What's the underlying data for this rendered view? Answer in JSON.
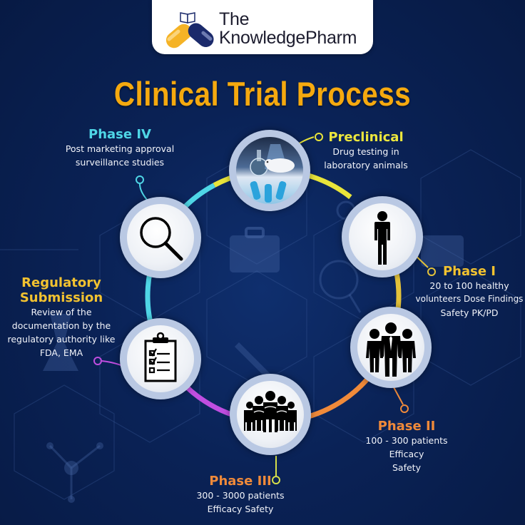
{
  "brand": {
    "name_line1": "The",
    "name_line2": "KnowledgePharm",
    "logo_colors": {
      "capsule_left": "#f5b326",
      "capsule_right": "#1b2a6b"
    }
  },
  "title": "Clinical Trial Process",
  "colors": {
    "title": "#f5a90f",
    "background": "#0a2256",
    "preclinical": "#e8e43a",
    "phase1": "#e3c23a",
    "phase2": "#f08a3a",
    "phase3": "#f08a3a",
    "regulatory": "#f2c230",
    "phase4": "#4fd6e6",
    "arc_purple": "#c04ee0"
  },
  "stages": [
    {
      "id": "preclinical",
      "heading": "Preclinical",
      "desc": [
        "Drug testing in",
        "laboratory animals"
      ],
      "icon": "lab-rat-photo"
    },
    {
      "id": "phase1",
      "heading": "Phase I",
      "desc": [
        "20 to 100 healthy",
        "volunteers Dose Findings",
        "Safety PK/PD"
      ],
      "icon": "person-icon"
    },
    {
      "id": "phase2",
      "heading": "Phase II",
      "desc": [
        "100 - 300 patients",
        "Efficacy",
        "Safety"
      ],
      "icon": "three-people-icon"
    },
    {
      "id": "phase3",
      "heading": "Phase III",
      "desc": [
        "300 - 3000 patients",
        "Efficacy Safety"
      ],
      "icon": "group-people-icon"
    },
    {
      "id": "regulatory",
      "heading_lines": [
        "Regulatory",
        "Submission"
      ],
      "desc": [
        "Review of the",
        "documentation by the",
        "regulatory authority like",
        "FDA, EMA"
      ],
      "icon": "clipboard-checklist-icon"
    },
    {
      "id": "phase4",
      "heading": "Phase IV",
      "desc": [
        "Post marketing approval",
        "surveillance studies"
      ],
      "icon": "magnifier-icon"
    }
  ]
}
